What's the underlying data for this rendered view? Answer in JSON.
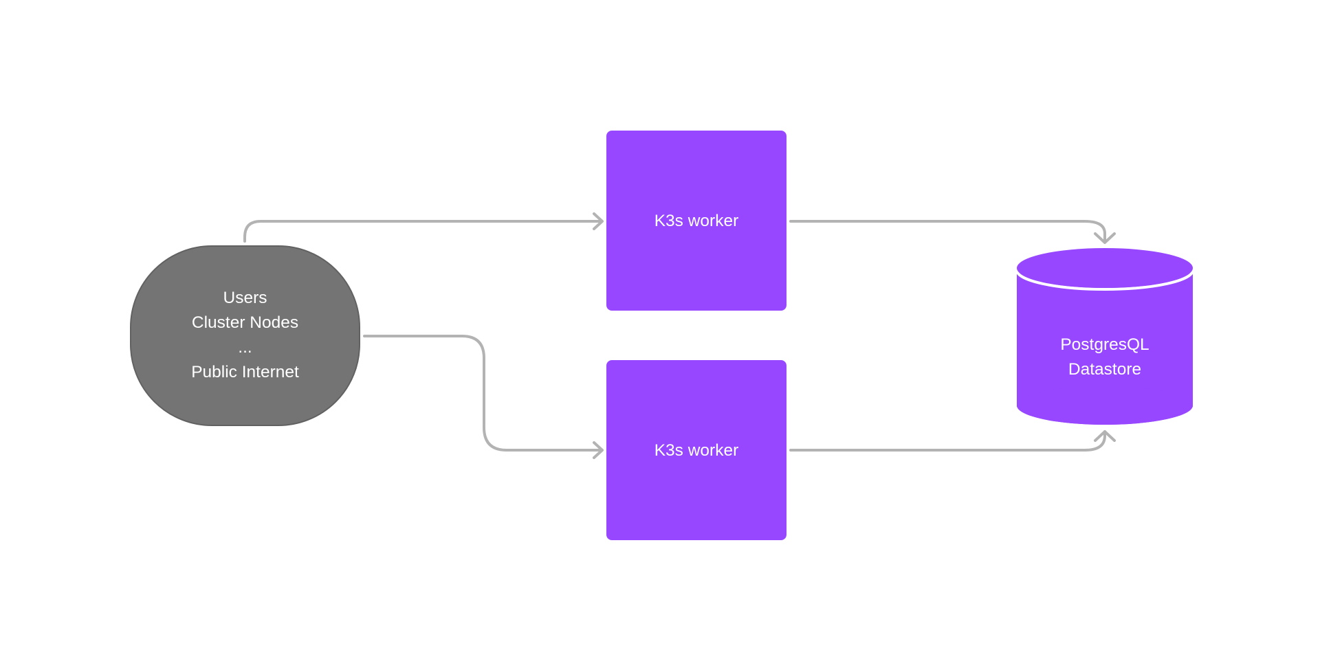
{
  "diagram": {
    "source_node": {
      "lines": [
        "Users",
        "Cluster Nodes",
        "...",
        "Public Internet"
      ],
      "shape": "rounded-pill",
      "color": "#747474"
    },
    "workers": [
      {
        "label": "K3s worker",
        "color": "#9747FF"
      },
      {
        "label": "K3s worker",
        "color": "#9747FF"
      }
    ],
    "datastore": {
      "lines": [
        "PostgresQL",
        "Datastore"
      ],
      "shape": "cylinder",
      "color": "#9747FF"
    },
    "edges": [
      {
        "from": "source",
        "to": "worker-1"
      },
      {
        "from": "source",
        "to": "worker-2"
      },
      {
        "from": "worker-1",
        "to": "datastore"
      },
      {
        "from": "worker-2",
        "to": "datastore"
      }
    ],
    "edge_color": "#B3B3B3",
    "text_color": "#FFFFFF"
  }
}
